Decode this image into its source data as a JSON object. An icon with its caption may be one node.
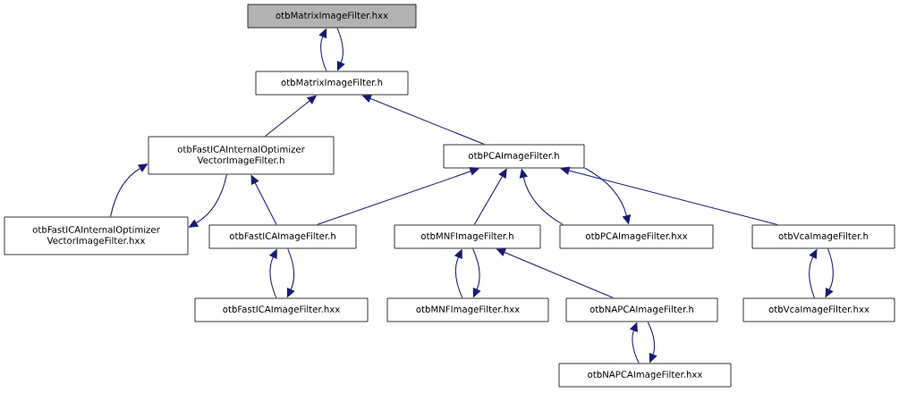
{
  "diagram": {
    "nodes": [
      {
        "text": [
          "otbMatrixImageFilter.hxx"
        ]
      },
      {
        "text": [
          "otbMatrixImageFilter.h"
        ]
      },
      {
        "text": [
          "otbFastICAInternalOptimizer VectorImageFilter.h"
        ]
      },
      {
        "text": [
          "otbPCAImageFilter.h"
        ]
      },
      {
        "text": [
          "otbFastICAInternalOptimizer VectorImageFilter.hxx"
        ]
      },
      {
        "text": [
          "otbFastICAImageFilter.h"
        ]
      },
      {
        "text": [
          "otbMNFImageFilter.h"
        ]
      },
      {
        "text": [
          "otbPCAImageFilter.hxx"
        ]
      },
      {
        "text": [
          "otbVcaImageFilter.h"
        ]
      },
      {
        "text": [
          "otbFastICAImageFilter.hxx"
        ]
      },
      {
        "text": [
          "otbMNFImageFilter.hxx"
        ]
      },
      {
        "text": [
          "otbNAPCAImageFilter.h"
        ]
      },
      {
        "text": [
          "otbVcaImageFilter.hxx"
        ]
      },
      {
        "text": [
          "otbNAPCAImageFilter.hxx"
        ]
      }
    ],
    "edges": [
      {
        "from": 1,
        "to": 0,
        "arrow": "to"
      },
      {
        "from": 0,
        "to": 1,
        "arrow": "to"
      },
      {
        "from": 2,
        "to": 1,
        "arrow": "to"
      },
      {
        "from": 3,
        "to": 1,
        "arrow": "to"
      },
      {
        "from": 4,
        "to": 2,
        "arrow": "to"
      },
      {
        "from": 2,
        "to": 4,
        "arrow": "to"
      },
      {
        "from": 5,
        "to": 2,
        "arrow": "to"
      },
      {
        "from": 5,
        "to": 3,
        "arrow": "to"
      },
      {
        "from": 6,
        "to": 3,
        "arrow": "to"
      },
      {
        "from": 7,
        "to": 3,
        "arrow": "to"
      },
      {
        "from": 3,
        "to": 7,
        "arrow": "to"
      },
      {
        "from": 8,
        "to": 3,
        "arrow": "to"
      },
      {
        "from": 9,
        "to": 5,
        "arrow": "to"
      },
      {
        "from": 5,
        "to": 9,
        "arrow": "to"
      },
      {
        "from": 10,
        "to": 6,
        "arrow": "to"
      },
      {
        "from": 6,
        "to": 10,
        "arrow": "to"
      },
      {
        "from": 11,
        "to": 6,
        "arrow": "to"
      },
      {
        "from": 12,
        "to": 8,
        "arrow": "to"
      },
      {
        "from": 8,
        "to": 12,
        "arrow": "to"
      },
      {
        "from": 13,
        "to": 11,
        "arrow": "to"
      },
      {
        "from": 11,
        "to": 13,
        "arrow": "to"
      }
    ]
  }
}
